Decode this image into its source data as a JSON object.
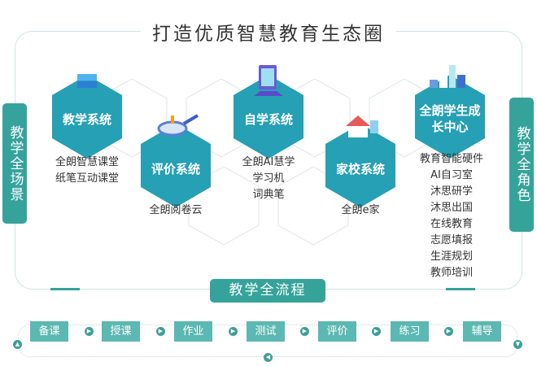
{
  "title": "打造优质智慧教育生态圈",
  "left_label": "教学全场景",
  "right_label": "教学全角色",
  "flow_label": "教学全流程",
  "systems": [
    {
      "name": "教学系统",
      "items": [
        "全朗智慧课堂",
        "纸笔互动课堂"
      ]
    },
    {
      "name": "评价系统",
      "items": [
        "全朗阅卷云"
      ]
    },
    {
      "name": "自学系统",
      "items": [
        "全朗AI慧学",
        "学习机",
        "词典笔"
      ]
    },
    {
      "name": "家校系统",
      "items": [
        "全朗e家"
      ]
    },
    {
      "name": "全朗学生成长中心",
      "items": [
        "教育智能硬件",
        "AI自习室",
        "沐思研学",
        "沐思出国",
        "在线教育",
        "志愿填报",
        "生涯规划",
        "教师培训"
      ]
    }
  ],
  "flow_steps": [
    "备课",
    "授课",
    "作业",
    "测试",
    "评价",
    "练习",
    "辅导"
  ],
  "colors": {
    "teal": "#36a39b",
    "hexagon": "#25a0b5",
    "step": "#5cb8b2"
  }
}
